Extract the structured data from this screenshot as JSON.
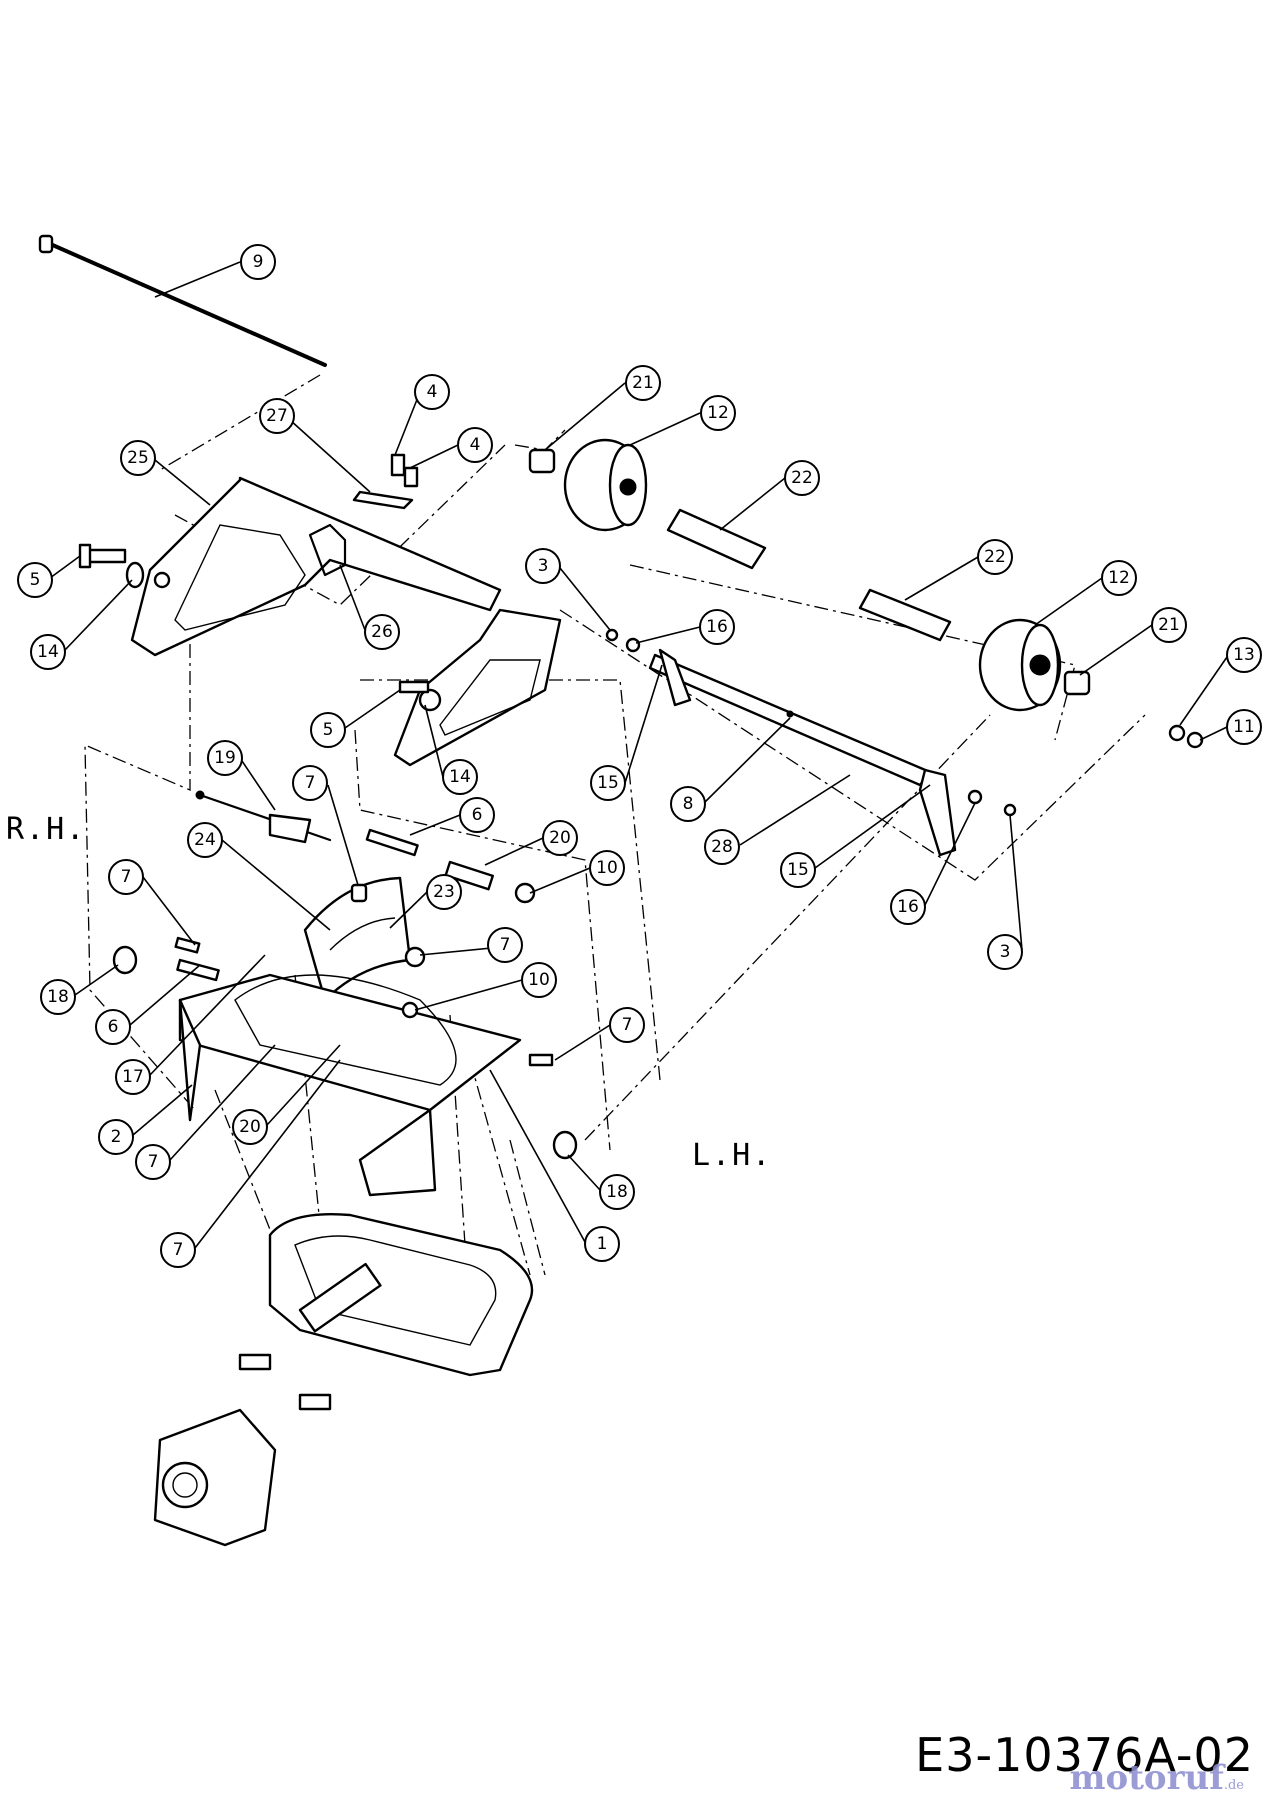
{
  "labels": {
    "right_hand": "R.H.",
    "left_hand": "L.H.",
    "drawing_number": "E3-10376A-02"
  },
  "watermark": {
    "text": "motoruf",
    "tld": ".de",
    "color": "#8a8ad0"
  },
  "colors": {
    "line": "#000000",
    "background": "#ffffff"
  },
  "callout_numbers": [
    "9",
    "4",
    "4",
    "27",
    "25",
    "26",
    "5",
    "14",
    "21",
    "12",
    "22",
    "3",
    "16",
    "22",
    "12",
    "21",
    "13",
    "11",
    "5",
    "14",
    "15",
    "8",
    "28",
    "15",
    "16",
    "3",
    "19",
    "7",
    "6",
    "20",
    "10",
    "24",
    "23",
    "7",
    "18",
    "6",
    "17",
    "7",
    "10",
    "7",
    "2",
    "20",
    "7",
    "18",
    "1",
    "7"
  ]
}
